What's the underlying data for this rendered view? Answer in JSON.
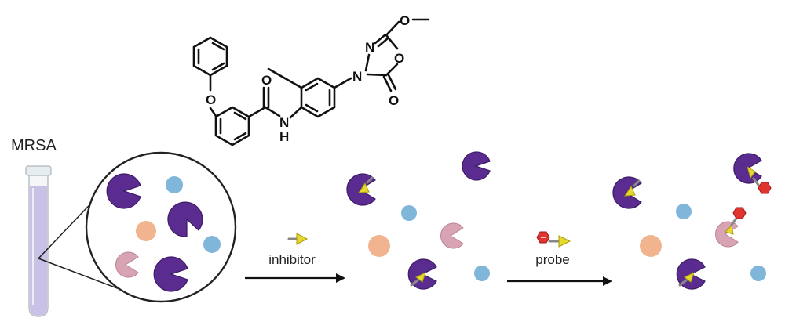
{
  "labels": {
    "organism": "MRSA",
    "inhibitor": "inhibitor",
    "probe": "probe"
  },
  "atoms": {
    "O_ether": "O",
    "O_amide": "O",
    "N_amide": "N",
    "H_amide": "H",
    "N_ring1": "N",
    "N_ring2": "N",
    "O_ring": "O",
    "O_methoxy": "O",
    "O_carbonyl": "O"
  },
  "colors": {
    "enzyme_active": "#5b2c8f",
    "enzyme_target": "#d8a4b3",
    "off_target": "#7fb6d9",
    "other_protein": "#f2b48f",
    "inhibitor_arrow": "#e6d82c",
    "probe_tag": "#e1332f",
    "tube_fill": "#c9c2e6"
  }
}
